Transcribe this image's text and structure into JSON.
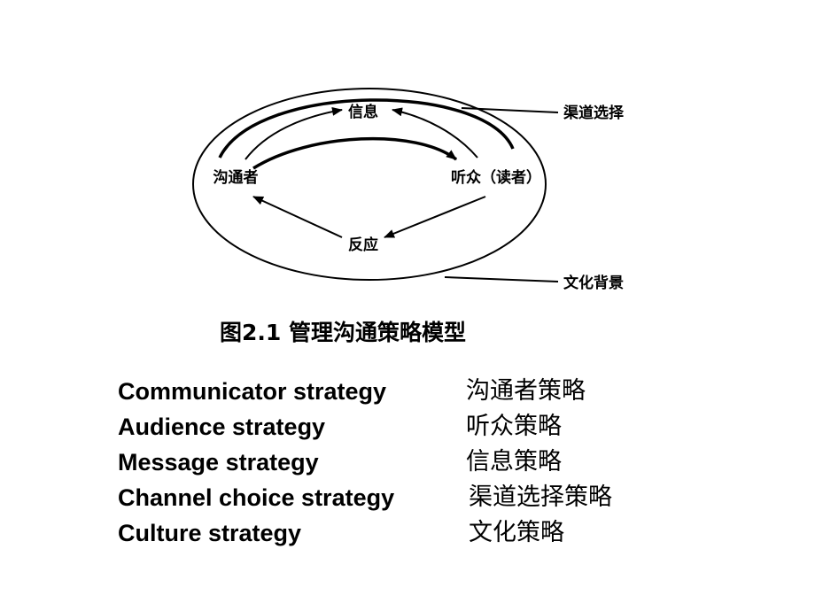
{
  "diagram": {
    "nodes": {
      "message": "信息",
      "communicator": "沟通者",
      "audience": "听众（读者）",
      "feedback": "反应"
    },
    "callouts": {
      "channel_choice": "渠道选择",
      "cultural_background": "文化背景"
    }
  },
  "figure_caption": "图2.1 管理沟通策略模型",
  "strategies": [
    {
      "en": "Communicator strategy",
      "zh": "沟通者策略"
    },
    {
      "en": "Audience strategy",
      "zh": "听众策略"
    },
    {
      "en": "Message strategy",
      "zh": "信息策略"
    },
    {
      "en": "Channel choice strategy",
      "zh": "渠道选择策略"
    },
    {
      "en": "Culture strategy",
      "zh": "文化策略"
    }
  ]
}
